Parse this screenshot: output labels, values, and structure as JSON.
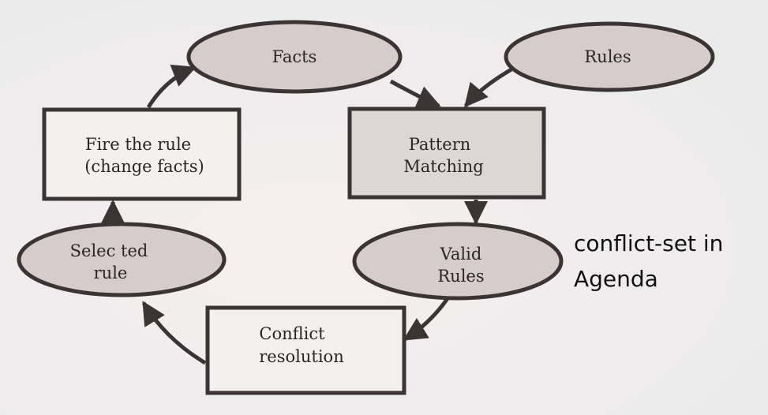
{
  "nodes": {
    "facts": {
      "label": "Facts",
      "shape": "ellipse"
    },
    "rules": {
      "label": "Rules",
      "shape": "ellipse"
    },
    "fire": {
      "line1": "Fire the rule",
      "line2": "(change facts)",
      "shape": "rectangle"
    },
    "pattern": {
      "line1": "Pattern",
      "line2": "Matching",
      "shape": "rectangle"
    },
    "selected": {
      "line1": "Selec ted",
      "line2": "rule",
      "shape": "ellipse"
    },
    "valid": {
      "line1": "Valid",
      "line2": "Rules",
      "shape": "ellipse"
    },
    "conflict": {
      "line1": "Conflict",
      "line2": "resolution",
      "shape": "rectangle"
    }
  },
  "edges": [
    {
      "from": "Facts",
      "to": "Pattern Matching"
    },
    {
      "from": "Rules",
      "to": "Pattern Matching"
    },
    {
      "from": "Pattern Matching",
      "to": "Valid Rules"
    },
    {
      "from": "Valid Rules",
      "to": "Conflict resolution"
    },
    {
      "from": "Conflict resolution",
      "to": "Selected rule"
    },
    {
      "from": "Selected rule",
      "to": "Fire the rule"
    },
    {
      "from": "Fire the rule",
      "to": "Facts"
    }
  ],
  "annotation": {
    "line1": "conflict-set in",
    "line2": "Agenda"
  },
  "colors": {
    "ellipse_fill": "#d5cccb",
    "stroke": "#3a3434",
    "box_fill": "#f3f0f0",
    "pattern_fill": "#ddd6d5"
  }
}
